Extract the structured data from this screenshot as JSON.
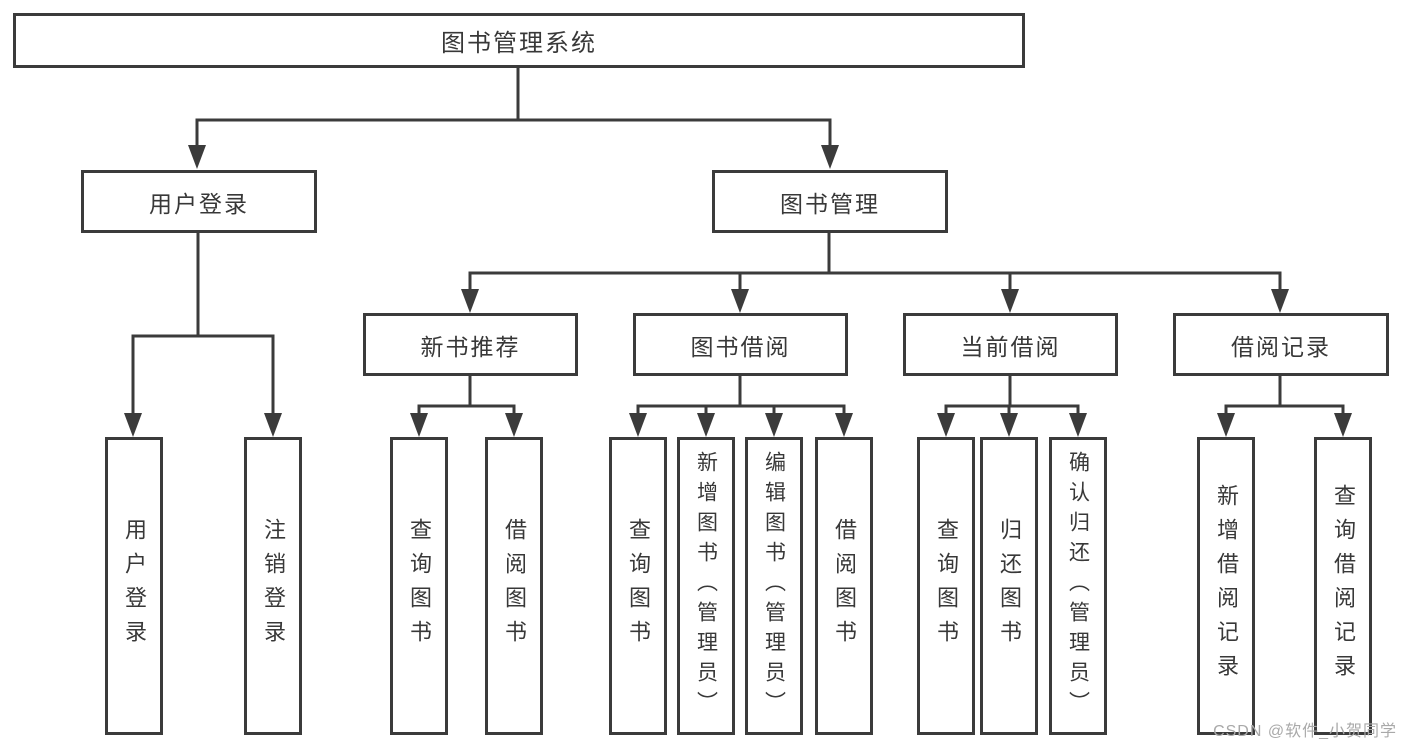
{
  "diagram": {
    "root": {
      "label": "图书管理系统"
    },
    "sections": [
      {
        "label": "用户登录",
        "children": [
          {
            "label": "用户登录"
          },
          {
            "label": "注销登录"
          }
        ]
      },
      {
        "label": "图书管理",
        "groups": [
          {
            "label": "新书推荐",
            "children": [
              {
                "label": "查询图书"
              },
              {
                "label": "借阅图书"
              }
            ]
          },
          {
            "label": "图书借阅",
            "children": [
              {
                "label": "查询图书"
              },
              {
                "label": "新增图书（管理员）"
              },
              {
                "label": "编辑图书（管理员）"
              },
              {
                "label": "借阅图书"
              }
            ]
          },
          {
            "label": "当前借阅",
            "children": [
              {
                "label": "查询图书"
              },
              {
                "label": "归还图书"
              },
              {
                "label": "确认归还（管理员）"
              }
            ]
          },
          {
            "label": "借阅记录",
            "children": [
              {
                "label": "新增借阅记录"
              },
              {
                "label": "查询借阅记录"
              }
            ]
          }
        ]
      }
    ]
  },
  "watermark": {
    "text": "CSDN @软件_小贺同学"
  },
  "colors": {
    "line": "#3b3b3b",
    "text": "#383838",
    "background": "#ffffff",
    "watermark": "#a9a9a9"
  }
}
